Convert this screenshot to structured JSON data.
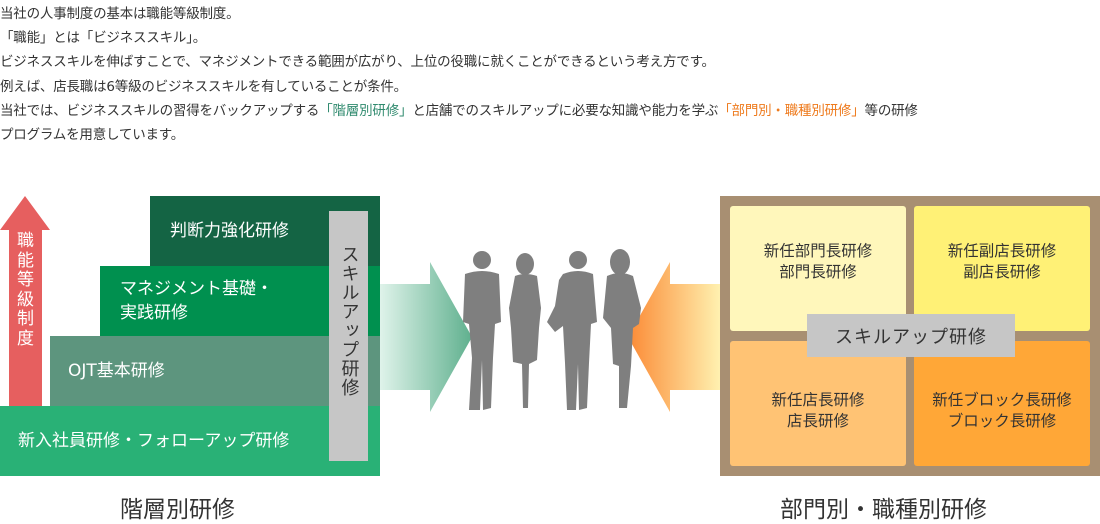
{
  "intro": {
    "line1": "当社の人事制度の基本は職能等級制度。",
    "line2": "「職能」とは「ビジネススキル」。",
    "line3": "ビジネススキルを伸ばすことで、マネジメントできる範囲が広がり、上位の役職に就くことができるという考え方です。",
    "line4": "例えば、店長職は6等級のビジネススキルを有していることが条件。",
    "line5_prefix": "当社では、ビジネススキルの習得をバックアップする",
    "line5_hl1": "「階層別研修」",
    "line5_mid": "と店舗でのスキルアップに必要な知識や能力を学ぶ",
    "line5_hl2": "「部門別・職種別研修」",
    "line5_suffix": "等の研修",
    "line6": "プログラムを用意しています。"
  },
  "colors": {
    "highlight_green": "#2f8a6e",
    "highlight_orange": "#ee7a1c",
    "rank_arrow": "#e65f5f",
    "tier1": "#29b176",
    "tier2": "#5d957e",
    "tier3": "#00904f",
    "tier4": "#146444",
    "skillup_gray": "#c6c6c6",
    "panel_brown": "#a88f72",
    "people_gray": "#7f7f7f"
  },
  "hierarchy": {
    "rank_arrow_label": "職能等級制度",
    "tiers": [
      {
        "label": "新入社員研修・フォローアップ研修"
      },
      {
        "label": "OJT基本研修"
      },
      {
        "label_line1": "マネジメント基礎・",
        "label_line2": "実践研修"
      },
      {
        "label": "判断力強化研修"
      }
    ],
    "skillup_label": "スキルアップ研修",
    "caption": "階層別研修"
  },
  "department": {
    "cells": [
      {
        "line1": "新任部門長研修",
        "line2": "部門長研修"
      },
      {
        "line1": "新任副店長研修",
        "line2": "副店長研修"
      },
      {
        "line1": "新任店長研修",
        "line2": "店長研修"
      },
      {
        "line1": "新任ブロック長研修",
        "line2": "ブロック長研修"
      }
    ],
    "skillup_label": "スキルアップ研修",
    "caption": "部門別・職種別研修"
  },
  "icons": {
    "people": "people-silhouette-icon",
    "green_arrow": "arrow-right-icon",
    "orange_arrow": "arrow-left-icon",
    "rank_arrow": "arrow-up-icon"
  }
}
